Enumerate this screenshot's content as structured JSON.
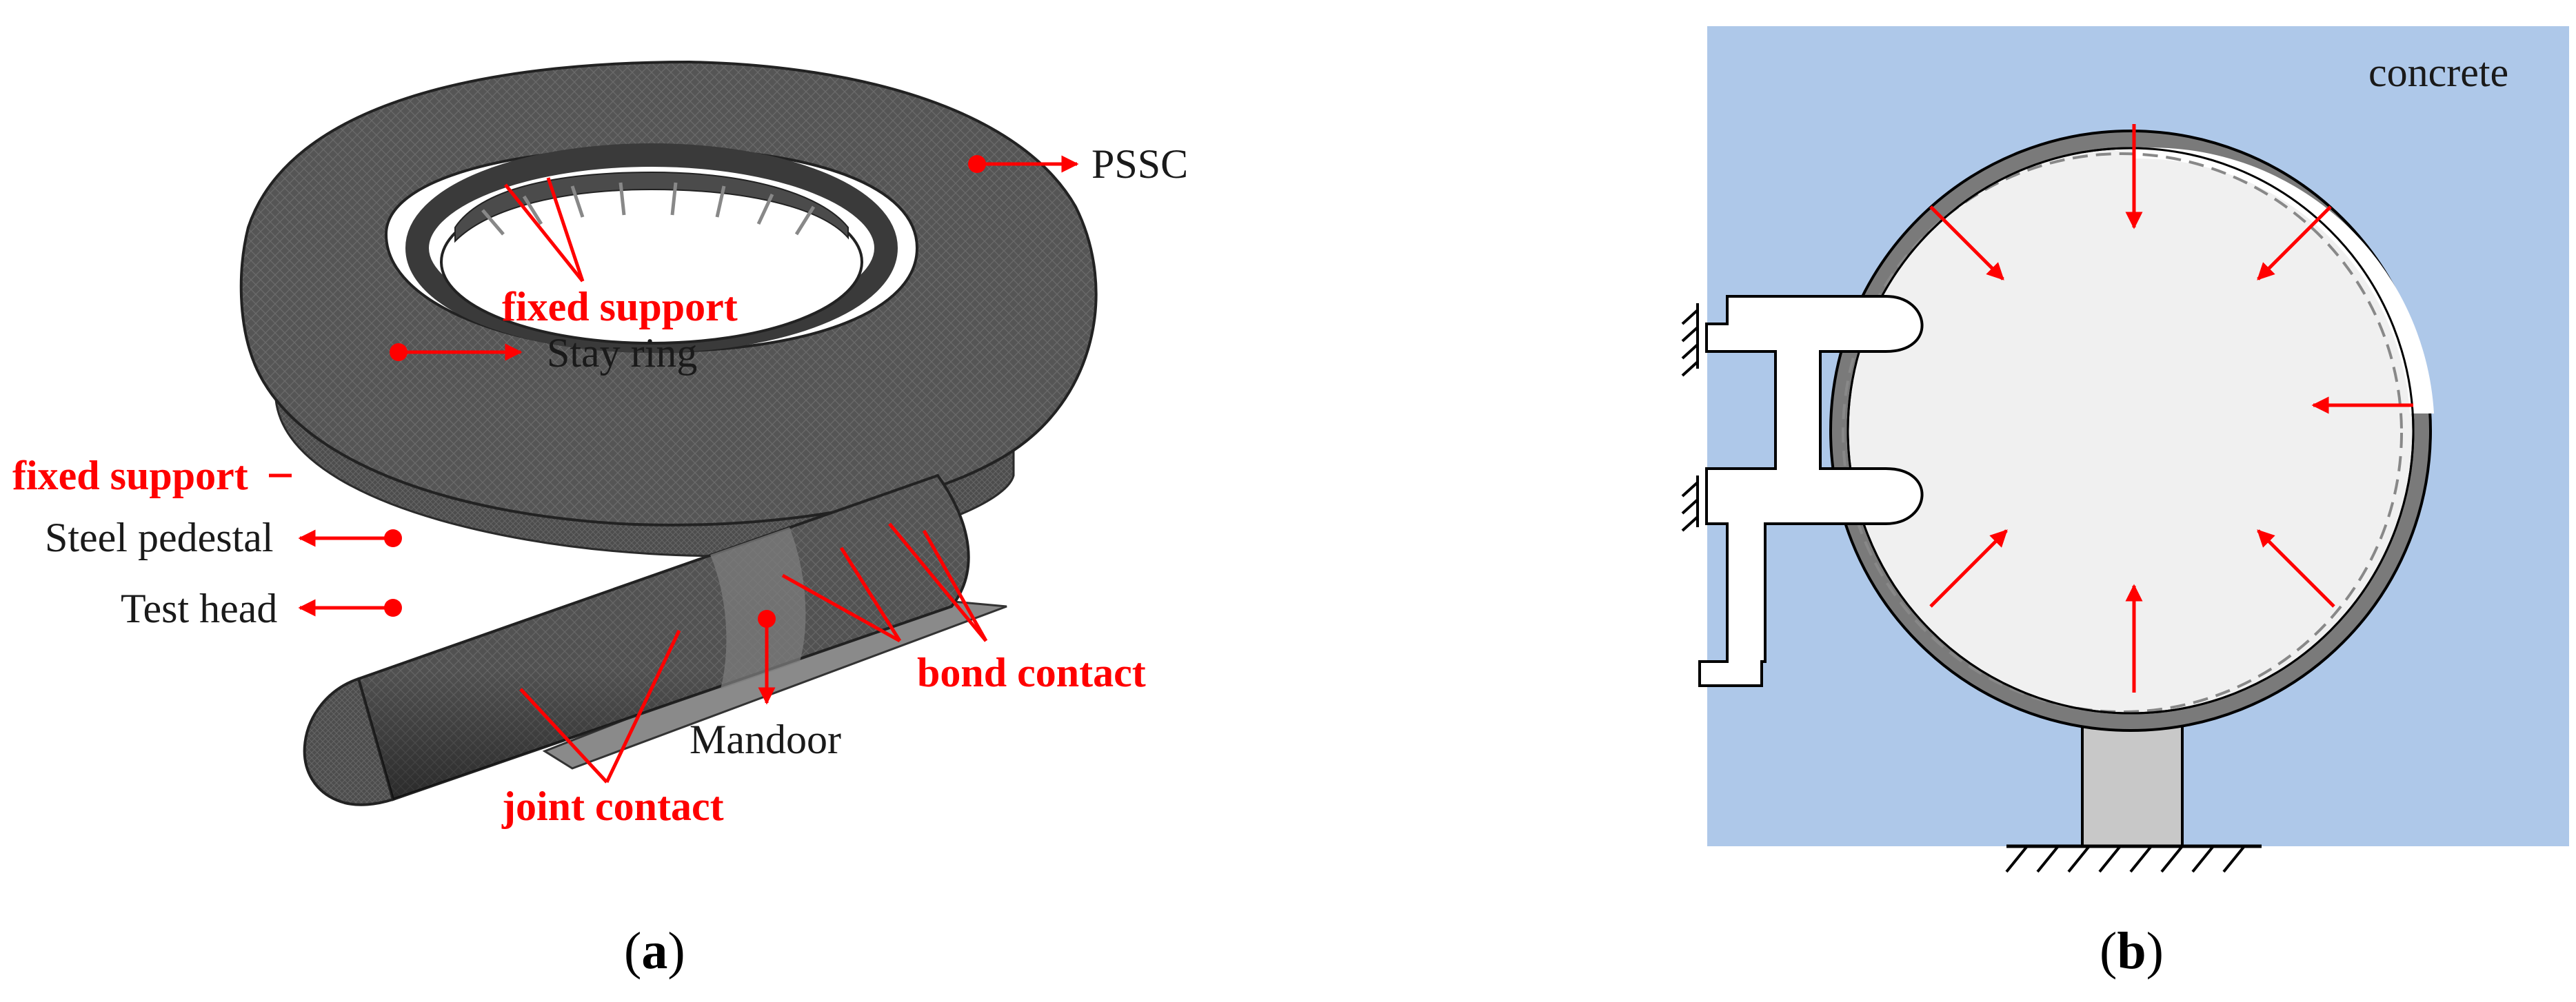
{
  "panel_a": {
    "labels": {
      "pssc": "PSSC",
      "fixed_support_top": "fixed support",
      "stay_ring": "Stay ring",
      "fixed_support_left": "fixed support",
      "steel_pedestal": "Steel pedestal",
      "test_head": "Test head",
      "bond_contact": "bond contact",
      "mandoor": "Mandoor",
      "joint_contact": "joint contact"
    },
    "caption_open": "(",
    "caption_letter": "a",
    "caption_close": ")"
  },
  "panel_b": {
    "labels": {
      "concrete": "concrete"
    },
    "caption_open": "(",
    "caption_letter": "b",
    "caption_close": ")"
  },
  "colors": {
    "annotation_red": "#ff0000",
    "concrete_fill": "#aec8e9",
    "shell_gray": "#7a7a7a",
    "interior": "#efefef",
    "mesh_dark": "#4a4a4a"
  }
}
